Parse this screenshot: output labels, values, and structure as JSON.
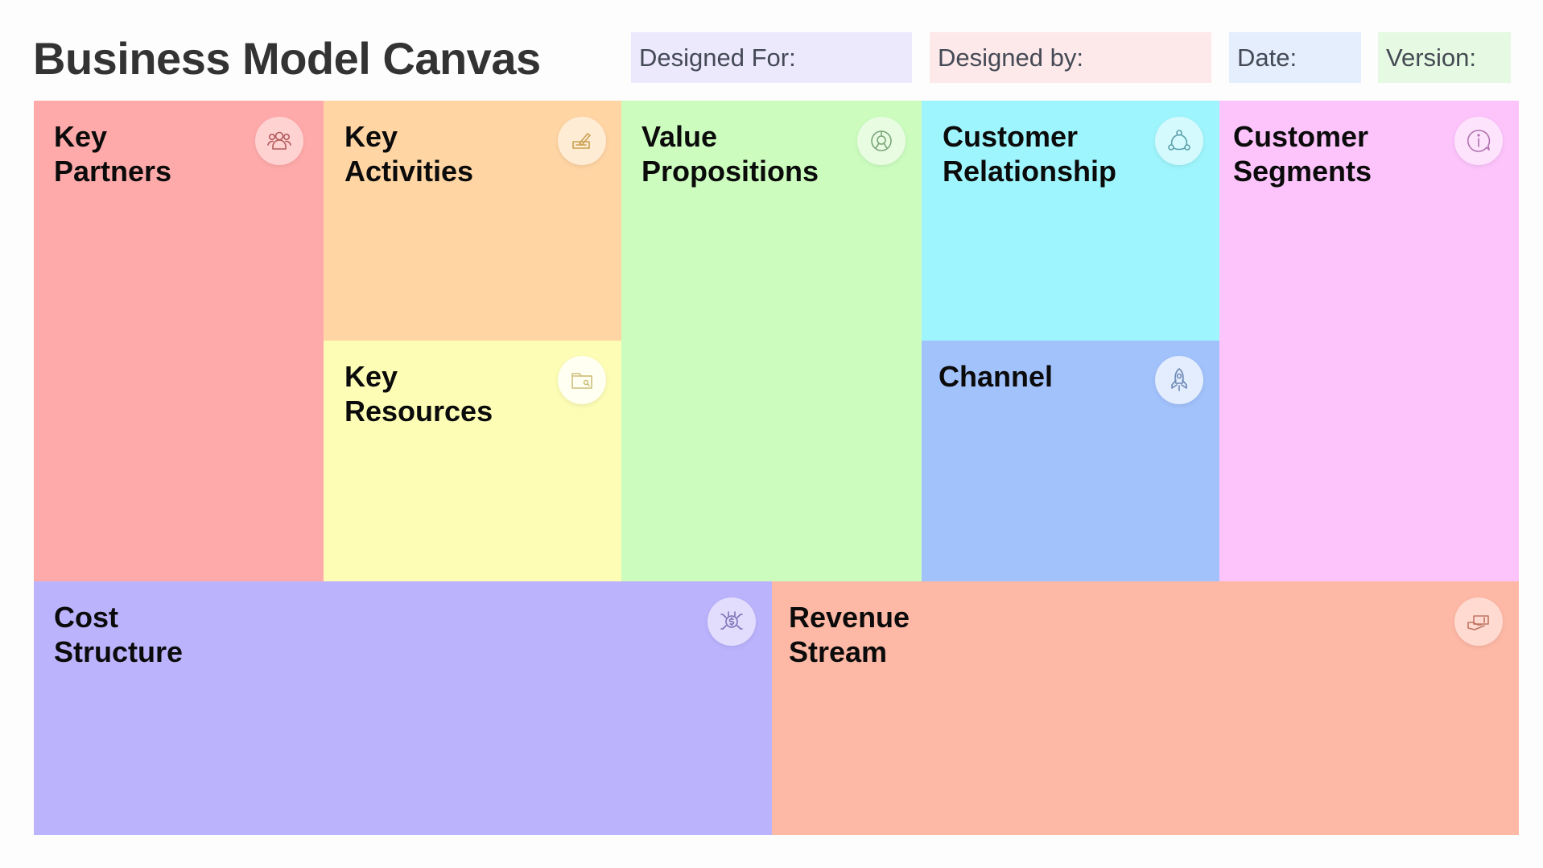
{
  "header": {
    "title": "Business Model Canvas",
    "fields": [
      {
        "label": "Designed For:",
        "color": "#ede9fd"
      },
      {
        "label": "Designed by:",
        "color": "#fde8ea"
      },
      {
        "label": "Date:",
        "color": "#e5eefd"
      },
      {
        "label": "Version:",
        "color": "#e6f9e2"
      }
    ]
  },
  "blocks": {
    "key_partners": {
      "title": "Key\nPartners",
      "color": "#ffaaaa",
      "icon": "people-group-icon"
    },
    "key_activities": {
      "title": "Key\nActivities",
      "color": "#ffd5a4",
      "icon": "pen-signature-icon"
    },
    "key_resources": {
      "title": "Key\nResources",
      "color": "#fdfdb6",
      "icon": "folder-search-icon"
    },
    "value_propositions": {
      "title": "Value\nPropositions",
      "color": "#ccfdbf",
      "icon": "user-target-icon"
    },
    "customer_relationship": {
      "title": "Customer\nRelationship",
      "color": "#9ff5fd",
      "icon": "network-nodes-icon"
    },
    "channel": {
      "title": "Channel",
      "color": "#a2c2fc",
      "icon": "rocket-icon"
    },
    "customer_segments": {
      "title": "Customer\nSegments",
      "color": "#fdc4fc",
      "icon": "info-bubble-icon"
    },
    "cost_structure": {
      "title": "Cost\nStructure",
      "color": "#bcb3fd",
      "icon": "dollar-circuit-icon"
    },
    "revenue_stream": {
      "title": "Revenue\nStream",
      "color": "#feb9a6",
      "icon": "hand-money-icon"
    }
  }
}
